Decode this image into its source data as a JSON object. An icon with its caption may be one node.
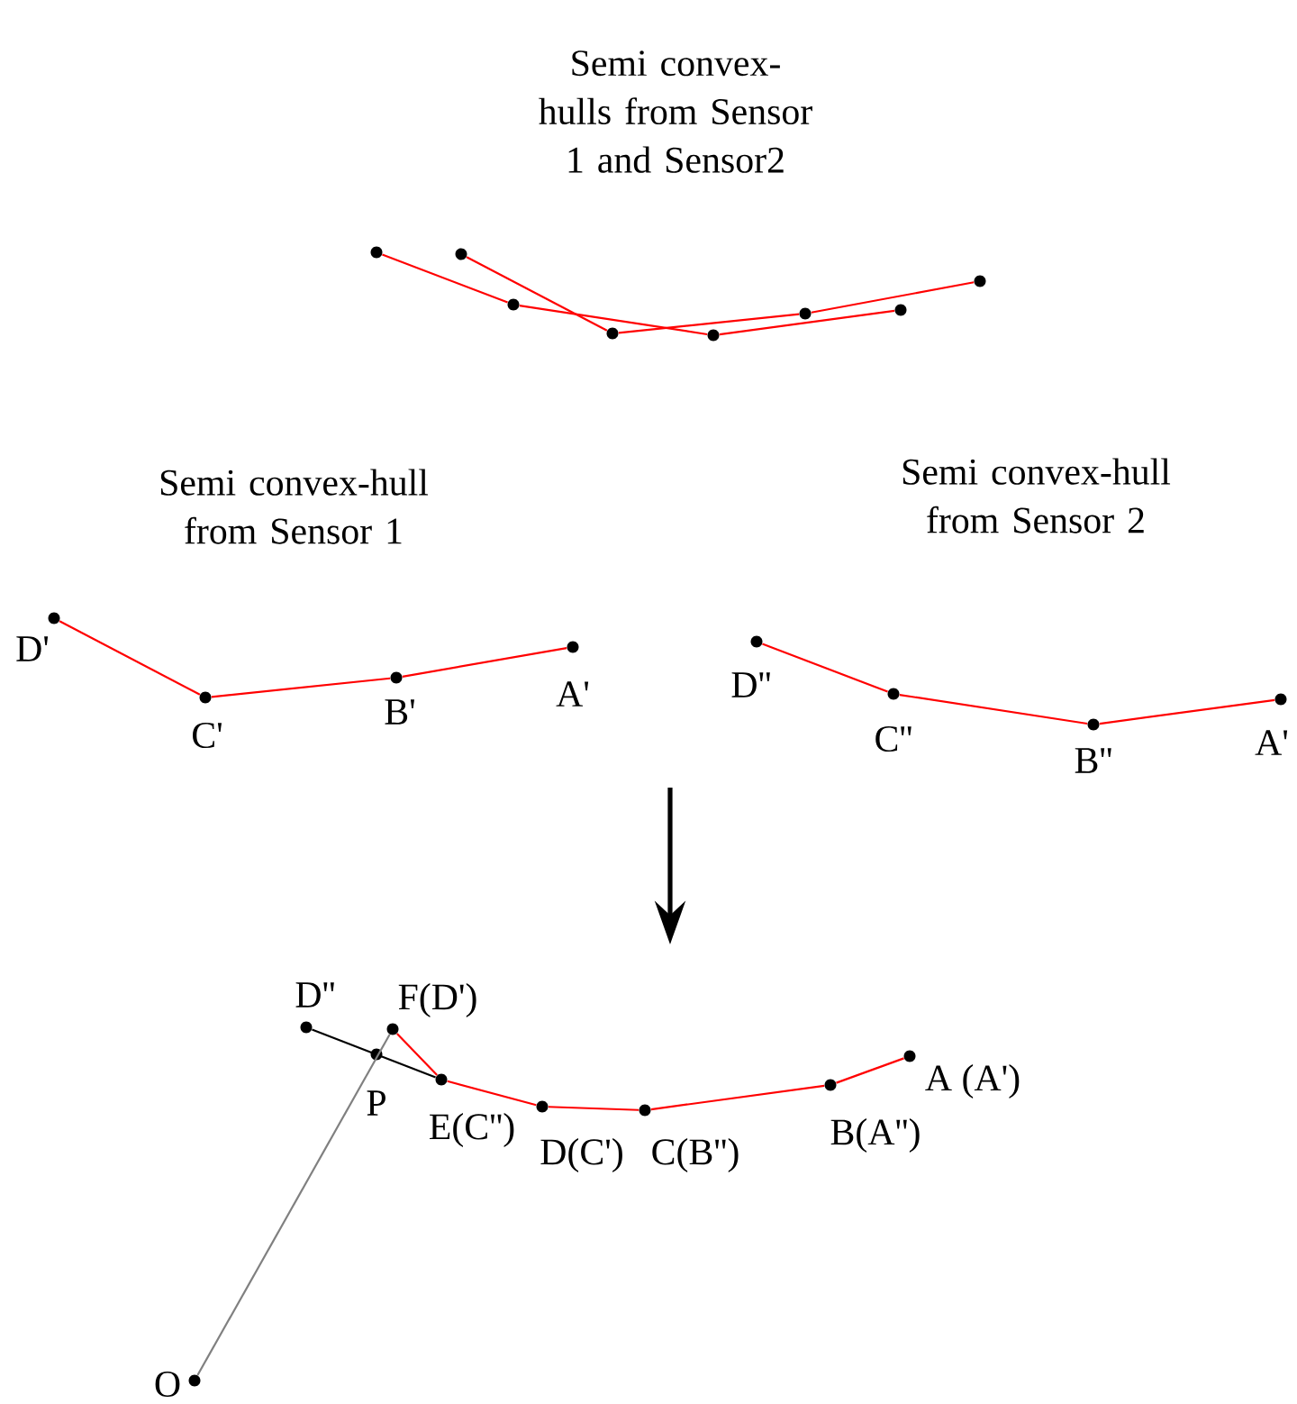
{
  "diagram": {
    "title": "Semi convex-hulls from Sensor 1 and Sensor2",
    "nodes": [
      {
        "text": [],
        "shape": "circle"
      },
      {
        "text": [],
        "shape": "circle"
      },
      {
        "text": [],
        "shape": "circle"
      },
      {
        "text": [],
        "shape": "circle"
      },
      {
        "text": [],
        "shape": "circle"
      },
      {
        "text": [],
        "shape": "circle"
      },
      {
        "text": [],
        "shape": "circle"
      },
      {
        "text": [],
        "shape": "circle"
      },
      {
        "text": [],
        "shape": "circle",
        "beside": [
          "D'"
        ]
      },
      {
        "text": [],
        "shape": "circle",
        "beside": [
          "C'"
        ]
      },
      {
        "text": [],
        "shape": "circle",
        "beside": [
          "B'"
        ]
      },
      {
        "text": [],
        "shape": "circle",
        "beside": [
          "A'"
        ]
      },
      {
        "text": [],
        "shape": "circle",
        "beside": [
          "D''"
        ]
      },
      {
        "text": [],
        "shape": "circle",
        "beside": [
          "C''"
        ]
      },
      {
        "text": [],
        "shape": "circle",
        "beside": [
          "B''"
        ]
      },
      {
        "text": [],
        "shape": "circle",
        "beside": [
          "A'"
        ]
      },
      {
        "text": [],
        "shape": "circle",
        "beside": [
          "D''"
        ]
      },
      {
        "text": [],
        "shape": "circle",
        "beside": [
          "F(D')"
        ]
      },
      {
        "text": [],
        "shape": "circle",
        "beside": [
          "P"
        ]
      },
      {
        "text": [],
        "shape": "circle",
        "beside": [
          "E(C'')"
        ]
      },
      {
        "text": [],
        "shape": "circle",
        "beside": [
          "D(C')"
        ]
      },
      {
        "text": [],
        "shape": "circle",
        "beside": [
          "C(B'')"
        ]
      },
      {
        "text": [],
        "shape": "circle",
        "beside": [
          "B(A'')"
        ]
      },
      {
        "text": [],
        "shape": "circle",
        "beside": [
          "A (A')"
        ]
      },
      {
        "text": [],
        "shape": "circle",
        "beside": [
          "O"
        ]
      }
    ],
    "edges": [
      {
        "from": 0,
        "to": 2,
        "arrow": "none"
      },
      {
        "from": 2,
        "to": 4,
        "arrow": "none"
      },
      {
        "from": 4,
        "to": 6,
        "arrow": "none"
      },
      {
        "from": 1,
        "to": 3,
        "arrow": "none"
      },
      {
        "from": 3,
        "to": 5,
        "arrow": "none"
      },
      {
        "from": 5,
        "to": 7,
        "arrow": "none"
      },
      {
        "from": 8,
        "to": 9,
        "arrow": "none"
      },
      {
        "from": 9,
        "to": 10,
        "arrow": "none"
      },
      {
        "from": 10,
        "to": 11,
        "arrow": "none"
      },
      {
        "from": 12,
        "to": 13,
        "arrow": "none"
      },
      {
        "from": 13,
        "to": 14,
        "arrow": "none"
      },
      {
        "from": 14,
        "to": 15,
        "arrow": "none"
      },
      {
        "from": 16,
        "to": 19,
        "arrow": "none",
        "color": "#000000"
      },
      {
        "from": 17,
        "to": 19,
        "arrow": "none"
      },
      {
        "from": 19,
        "to": 20,
        "arrow": "none"
      },
      {
        "from": 20,
        "to": 21,
        "arrow": "none"
      },
      {
        "from": 21,
        "to": 22,
        "arrow": "none"
      },
      {
        "from": 22,
        "to": 23,
        "arrow": "none"
      },
      {
        "from": 24,
        "to": 17,
        "arrow": "none",
        "color": "#808080"
      }
    ],
    "labels": [
      "Semi convex-hull from Sensor 1",
      "Semi convex-hull from Sensor 2"
    ]
  }
}
